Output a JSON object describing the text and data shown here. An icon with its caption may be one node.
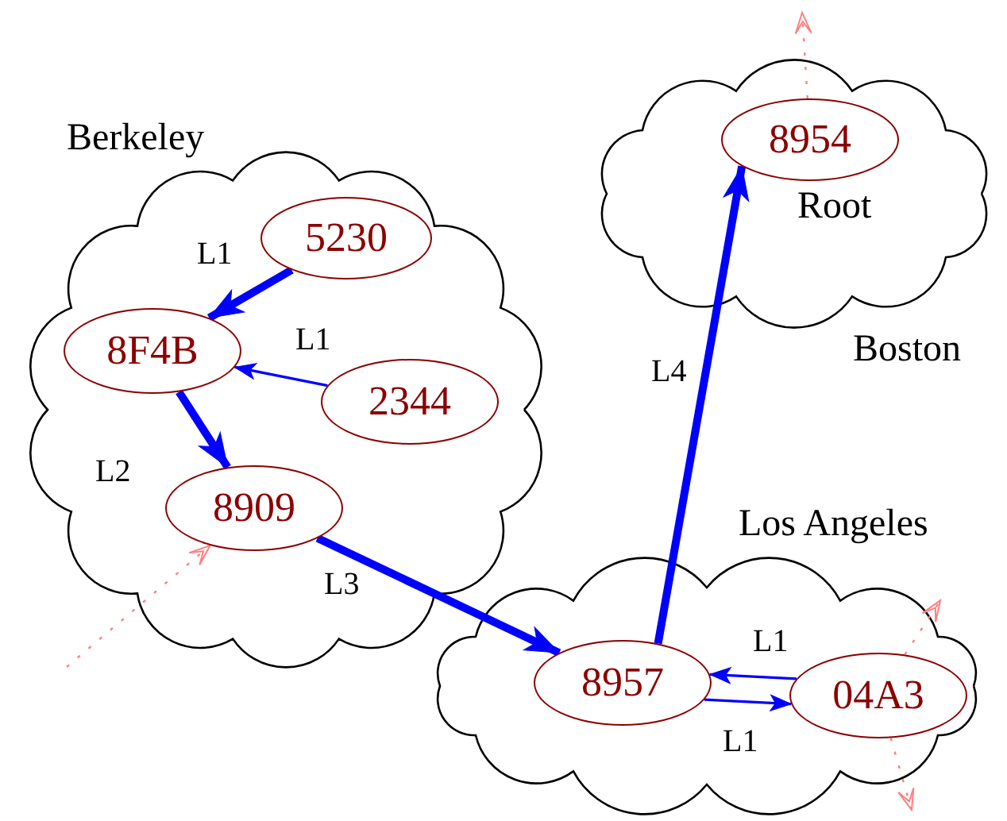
{
  "diagram": {
    "nodes": [
      {
        "text": [
          "Berkeley"
        ]
      },
      {
        "text": [
          "5230"
        ],
        "in": 0
      },
      {
        "text": [
          "8F4B"
        ],
        "in": 0
      },
      {
        "text": [
          "2344"
        ],
        "in": 0
      },
      {
        "text": [
          "8909"
        ],
        "in": 0
      },
      {
        "text": [
          "Boston"
        ]
      },
      {
        "text": [
          "8954"
        ],
        "in": 5,
        "beside": [
          "Root"
        ]
      },
      {
        "text": [
          "Los Angeles"
        ]
      },
      {
        "text": [
          "8957"
        ],
        "in": 7
      },
      {
        "text": [
          "04A3"
        ],
        "in": 7
      }
    ],
    "edges": [
      {
        "from": 1,
        "to": 2,
        "arrow": "to",
        "label": "L1",
        "style": "thick"
      },
      {
        "from": 3,
        "to": 2,
        "arrow": "to",
        "label": "L1"
      },
      {
        "from": 2,
        "to": 4,
        "arrow": "to",
        "label": "L2",
        "style": "thick"
      },
      {
        "from": 4,
        "to": 8,
        "arrow": "to",
        "label": "L3",
        "style": "thick"
      },
      {
        "from": 8,
        "to": 6,
        "arrow": "to",
        "label": "L4",
        "style": "thick"
      },
      {
        "from": 9,
        "to": 8,
        "arrow": "to",
        "label": "L1"
      },
      {
        "from": 8,
        "to": 9,
        "arrow": "to",
        "label": "L1"
      },
      {
        "from": null,
        "to": 4,
        "arrow": "to",
        "style": "dashed",
        "color": "#ff8080"
      },
      {
        "from": 6,
        "to": null,
        "arrow": "to",
        "style": "dashed",
        "color": "#ff8080"
      },
      {
        "from": 9,
        "to": null,
        "arrow": "to",
        "style": "dashed",
        "color": "#ff8080"
      },
      {
        "from": 9,
        "to": null,
        "arrow": "to",
        "style": "dashed",
        "color": "#ff8080"
      }
    ]
  }
}
